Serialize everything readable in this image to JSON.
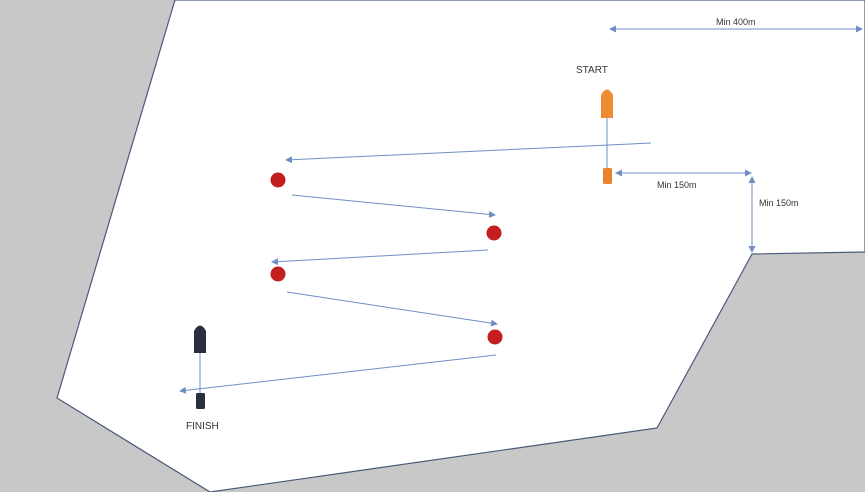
{
  "labels": {
    "start": "START",
    "finish": "FINISH",
    "min_400": "Min 400m",
    "min_150_h": "Min 150m",
    "min_150_v": "Min 150m"
  },
  "colors": {
    "land": "#c8c8c8",
    "water": "#ffffff",
    "shore_line": "#4a5a7a",
    "arrow": "#6f8fc4",
    "mark": "#c41e1e",
    "start_boat": "#ee8c33",
    "finish_boat": "#2a2f3d",
    "text": "#333333"
  },
  "course": {
    "legs": 5,
    "marks": 4
  }
}
